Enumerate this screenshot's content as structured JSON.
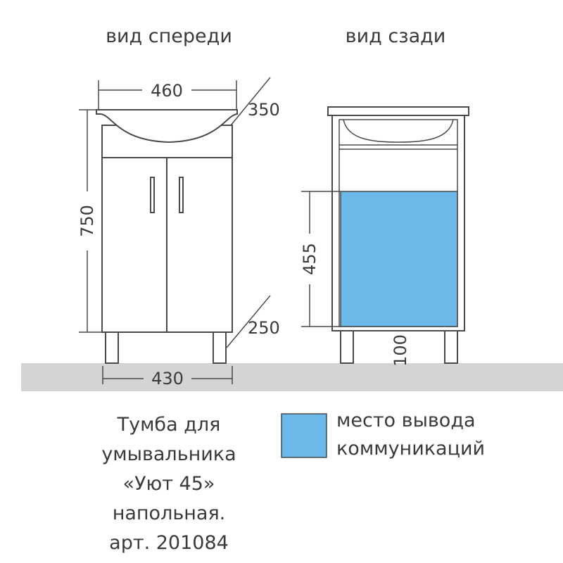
{
  "views": {
    "front_title": "вид спереди",
    "back_title": "вид сзади"
  },
  "dimensions": {
    "width_top": "460",
    "depth_top": "350",
    "height": "750",
    "depth_bottom": "250",
    "width_bottom": "430",
    "comm_height": "455",
    "comm_offset": "100"
  },
  "caption": {
    "line1": "Тумба для",
    "line2": "умывальника",
    "line3": "«Уют 45»",
    "line4": "напольная.",
    "line5": "арт. 201084"
  },
  "legend": {
    "line1": "место вывода",
    "line2": "коммуникаций"
  },
  "colors": {
    "communication_zone": "#6cb8e8",
    "floor": "#d4d4d4",
    "lines": "#4a4a4a"
  }
}
